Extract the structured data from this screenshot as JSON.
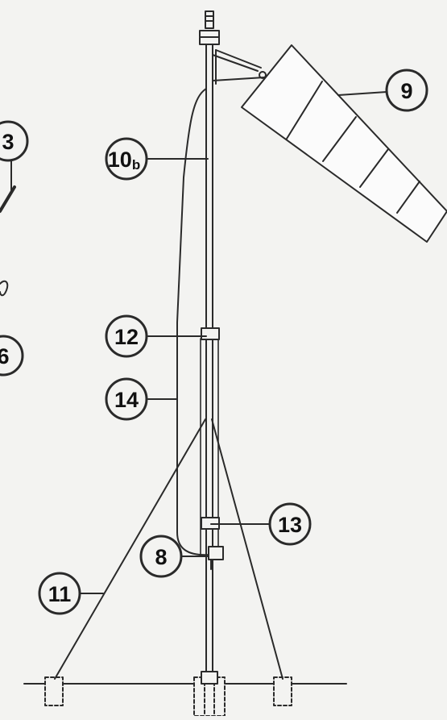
{
  "diagram": {
    "callouts": [
      {
        "id": "3",
        "label": "3"
      },
      {
        "id": "6",
        "label": "6"
      },
      {
        "id": "9",
        "label": "9"
      },
      {
        "id": "10b",
        "label": "10",
        "subscript": "b"
      },
      {
        "id": "12",
        "label": "12"
      },
      {
        "id": "14",
        "label": "14"
      },
      {
        "id": "13",
        "label": "13"
      },
      {
        "id": "8",
        "label": "8"
      },
      {
        "id": "11",
        "label": "11"
      }
    ],
    "colors": {
      "background": "#f3f3f1",
      "line": "#2a2a2a",
      "windsock_fill": "#fbfbfb"
    }
  }
}
